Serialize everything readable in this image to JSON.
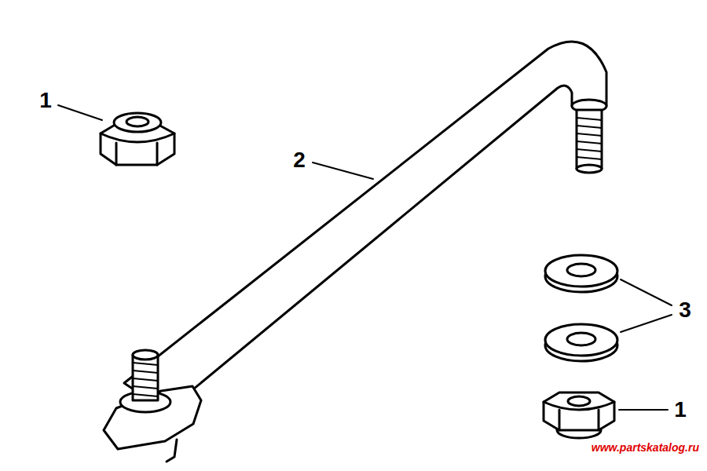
{
  "diagram": {
    "labels": [
      "1",
      "2",
      "3",
      "1",
      "www.partskatalog.ru"
    ]
  }
}
